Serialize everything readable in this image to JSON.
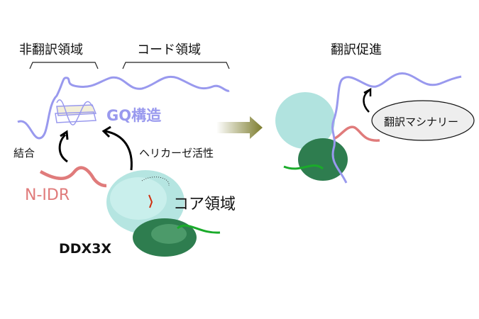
{
  "labels": {
    "utr": "非翻訳領域",
    "cds": "コード領域",
    "gq": "GQ構造",
    "binding": "結合",
    "helicase": "ヘリカーゼ活性",
    "nidr": "N-IDR",
    "core": "コア領域",
    "protein": "DDX3X",
    "promotion": "翻訳促進",
    "machinery": "翻訳マシナリー"
  },
  "colors": {
    "rna": "#9999ee",
    "nidr": "#e07b7b",
    "core_light": "#a8e0dc",
    "core_dark": "#2e7d4f",
    "ctail": "#1aab2a",
    "arrow": "#8a8a3a"
  }
}
